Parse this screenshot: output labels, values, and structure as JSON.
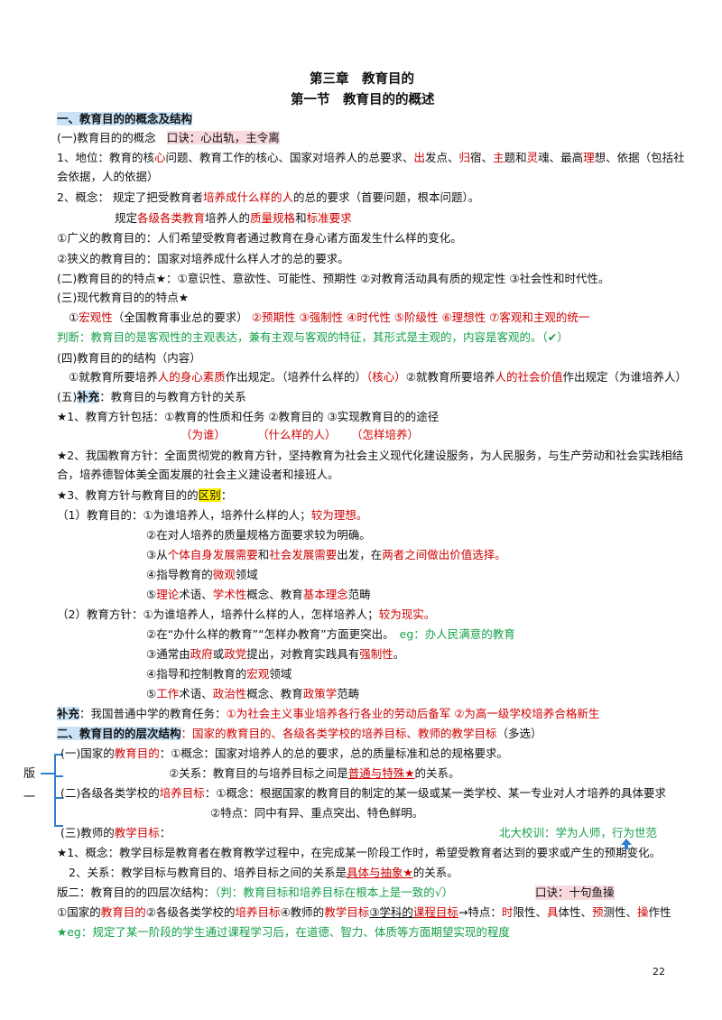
{
  "page": {
    "number": "22"
  },
  "title": {
    "chapter": "第三章　教育目的",
    "section": "第一节　教育目的的概述"
  },
  "s1": {
    "heading": "一、教育目的的概念及结构",
    "c1": {
      "label": "(一)教育目的的概念",
      "mnemonic": "口诀：心出轨，主令离"
    },
    "item1": {
      "p1": "1、地位：教育的核",
      "r1": "心",
      "p2": "问题、教育工作的核心、国家对培养人的总要求、",
      "r2": "出",
      "p3": "发点、",
      "r3": "归",
      "p4": "宿、",
      "r4": "主",
      "p5": "题和",
      "r5": "灵",
      "p6": "魂、最高",
      "r6": "理",
      "p7": "想、依据（包括社",
      "line2": "会依据，人的依据）"
    },
    "item2": {
      "p1": "2、概念：  规定了把受教育者",
      "r1": "培养成什么样的人",
      "p2": "的总的要求（首要问题，根本问题）。"
    },
    "item2b": {
      "p1": "规定",
      "r1": "各级各类教育",
      "p2": "培养人的",
      "r2": "质量规格",
      "p3": "和",
      "r3": "标准要求"
    },
    "broad": "①广义的教育目的：人们希望受教育者通过教育在身心诸方面发生什么样的变化。",
    "narrow": "②狭义的教育目的：国家对培养成什么样人才的总的要求。",
    "c2": "(二)教育目的的特点★：①意识性、意欲性、可能性、预期性 ②对教育活动具有质的规定性 ③社会性和时代性。",
    "c3": {
      "label": "(三)现代教育目的的特点★",
      "p1": "①",
      "r1": "宏观性",
      "p2": "（全国教育事业总的要求）",
      "r2": "②预期性 ③强制性 ④时代性 ⑤阶级性 ⑥理想性 ⑦客观和主观的统一",
      "judge": "判断：教育目的是客观性的主观表达，兼有主观与客观的特征，其形式是主观的，内容是客观的。（✔）"
    },
    "c4": {
      "label": "(四)教育目的的结构（内容）",
      "p1": "①就教育所要培养",
      "r1": "人的身心素质",
      "p2": "作出规定。（培养什么样的）",
      "r2": "（核心）",
      "p3": "②就教育所要培养",
      "r3": "人的社会价值",
      "p4": "作出规定（为谁培养人）"
    },
    "c5": {
      "label1": "(五)",
      "label_hl": "补充",
      "label2": "：教育目的与教育方针的关系",
      "s1": "★1、教育方针包括：①教育的性质和任务 ②教育目的 ③实现教育目的的途径",
      "s1a": "（为谁）",
      "s1b": "（什么样的人）",
      "s1c": "（怎样培养）",
      "s2a": "★2、我国教育方针：全面贯彻党的教育方针，坚持教育为社会主义现代化建设服务，为人民服务，与生产劳动和社会实践相结",
      "s2b": "合，培养德智体美全面发展的社会主义建设者和接班人。",
      "s3a": "★3、教育方针与教育目的的",
      "s3hl": "区别",
      "s3b": "："
    },
    "diff": {
      "a_label": "（1）教育目的：",
      "a1p": "①为谁培养人，培养什么样的人；",
      "a1r": "较为理想。",
      "a2": "②在对人培养的质量规格方面要求较为明确。",
      "a3p1": "③从",
      "a3r1": "个体自身发展需要",
      "a3p2": "和",
      "a3r2": "社会发展需要",
      "a3p3": "出发，在",
      "a3r3": "两者之间做出价值选择。",
      "a4p1": "④指导教育的",
      "a4r1": "微观",
      "a4p2": "领域",
      "a5p0": "⑤",
      "a5r1": "理论",
      "a5p1": "术语、",
      "a5r2": "学术性",
      "a5p2": "概念、教育",
      "a5r3": "基本理念",
      "a5p3": "范畴",
      "b_label": "（2）教育方针：",
      "b1p": "①为谁培养人，培养什么样的人，怎样培养人；",
      "b1r": "较为现实。",
      "b2p": "②在“办什么样的教育”“怎样办教育”方面更突出。",
      "b2g": "eg：办人民满意的教育",
      "b3p1": "③通常由",
      "b3r1": "政府",
      "b3p2": "或",
      "b3r2": "政党",
      "b3p3": "提出，对教育实践具有",
      "b3r3": "强制性",
      "b3p4": "。",
      "b4p1": "④指导和控制教育的",
      "b4r1": "宏观",
      "b4p2": "领域",
      "b5p0": "⑤",
      "b5r1": "工作",
      "b5p1": "术语、",
      "b5r2": "政治性",
      "b5p2": "概念、教育",
      "b5r3": "政策学",
      "b5p3": "范畴"
    },
    "supp": {
      "hl": "补充",
      "p1": "：我国普通中学的教育任务：",
      "r1": "①为社会主义事业培养各行各业的劳动后备军 ②为高一级学校培养合格新生"
    }
  },
  "s2": {
    "heading": "二、教育目的的层次结构",
    "heading_rest": "：国家的教育目的、各级各类学校的培养目标、教师的教学目标",
    "heading_tail": "（多选）",
    "side": "版一",
    "l1": {
      "p1": "(一)国家的",
      "r1": "教育目的",
      "p2": "：①概念：国家对培养人的总的要求，总的质量标准和总的规格要求。"
    },
    "l1b": {
      "p1": "②关系：教育目的与培养目标之间是",
      "r1": "普通与特殊★",
      "p2": "的关系。"
    },
    "l2": {
      "p1": "(二)各级各类学校的",
      "r1": "培养目标",
      "p2": "：①概念：根据国家的教育目的制定的某一级或某一类学校、某一专业对人才培养的具体要求"
    },
    "l2b": "②特点：同中有异、重点突出、特色鲜明。",
    "l3": {
      "p1": "(三)教师的",
      "r1": "教学目标",
      "p2": "：",
      "motto": "北大校训：学为人师，行为世范"
    },
    "t1": "★1、概念：教学目标是教育者在教育教学过程中，在完成某一阶段工作时，希望受教育者达到的要求或产生的预期变化。",
    "t2": {
      "p1": "2、关系：教学目标与教育目的、培养目标之间的关系是",
      "r1": "具体与抽象★",
      "p2": "的关系。"
    },
    "v2": {
      "p1": "版二：教育目的的四层次结构：",
      "g1": "（判：教育目标和培养目标在根本上是一致的√）",
      "mnemonic": "口诀：十句鱼操"
    },
    "four": {
      "p0": "①国家的",
      "r1": "教育目的",
      "p1": "②各级各类学校的",
      "r2": "培养目标",
      "p2": "④教师的",
      "r3": "教学目标",
      "p3": "③学科的",
      "r4": "课程目标",
      "p4": "→特点：",
      "r5": "时",
      "p5": "限性、",
      "r6": "具",
      "p6": "体性、",
      "r7": "预",
      "p7": "测性、",
      "r8": "操",
      "p8": "作性"
    },
    "eg": "★eg：规定了某一阶段的学生通过课程学习后，在道德、智力、体质等方面期望实现的程度"
  }
}
